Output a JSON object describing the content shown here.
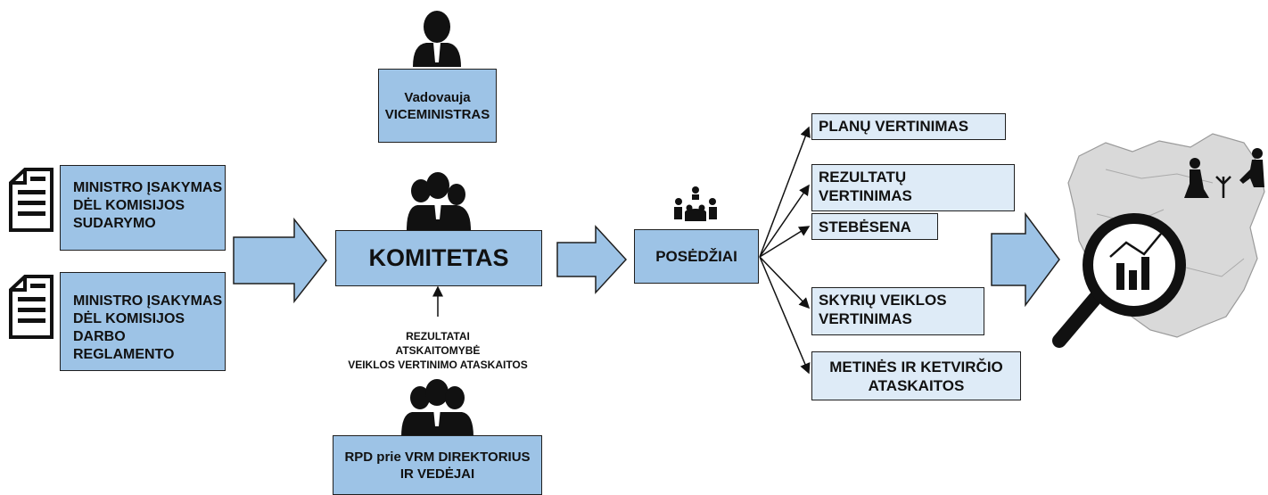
{
  "left_documents": [
    {
      "text_lines": [
        "MINISTRO ĮSAKYMAS",
        "DĖL KOMISIJOS",
        "SUDARYMO"
      ]
    },
    {
      "text_lines": [
        "MINISTRO ĮSAKYMAS",
        "DĖL KOMISIJOS",
        "DARBO REGLAMENTO"
      ]
    }
  ],
  "leader": {
    "line1": "Vadovauja",
    "line2": "VICEMINISTRAS"
  },
  "committee": {
    "label": "KOMITETAS"
  },
  "reporting": {
    "line1": "REZULTATAI",
    "line2": "ATSKAITOMYBĖ",
    "line3": "VEIKLOS VERTINIMO ATASKAITOS"
  },
  "directors": {
    "line1": "RPD prie VRM DIREKTORIUS",
    "line2": "IR VEDĖJAI"
  },
  "meetings": {
    "label": "POSĖDŽIAI"
  },
  "outputs": [
    {
      "lines": [
        "PLANŲ VERTINIMAS"
      ]
    },
    {
      "lines": [
        "REZULTATŲ",
        "VERTINIMAS"
      ]
    },
    {
      "lines": [
        "STEBĖSENA"
      ]
    },
    {
      "lines": [
        "SKYRIŲ VEIKLOS",
        "VERTINIMAS"
      ]
    },
    {
      "lines": [
        "METINĖS IR KETVIRČIO",
        "ATASKAITOS"
      ]
    }
  ],
  "colors": {
    "box_fill": "#9dc3e6",
    "light_fill": "#deebf7",
    "outline": "#1f1f1f",
    "map_fill": "#d9d9d9"
  }
}
